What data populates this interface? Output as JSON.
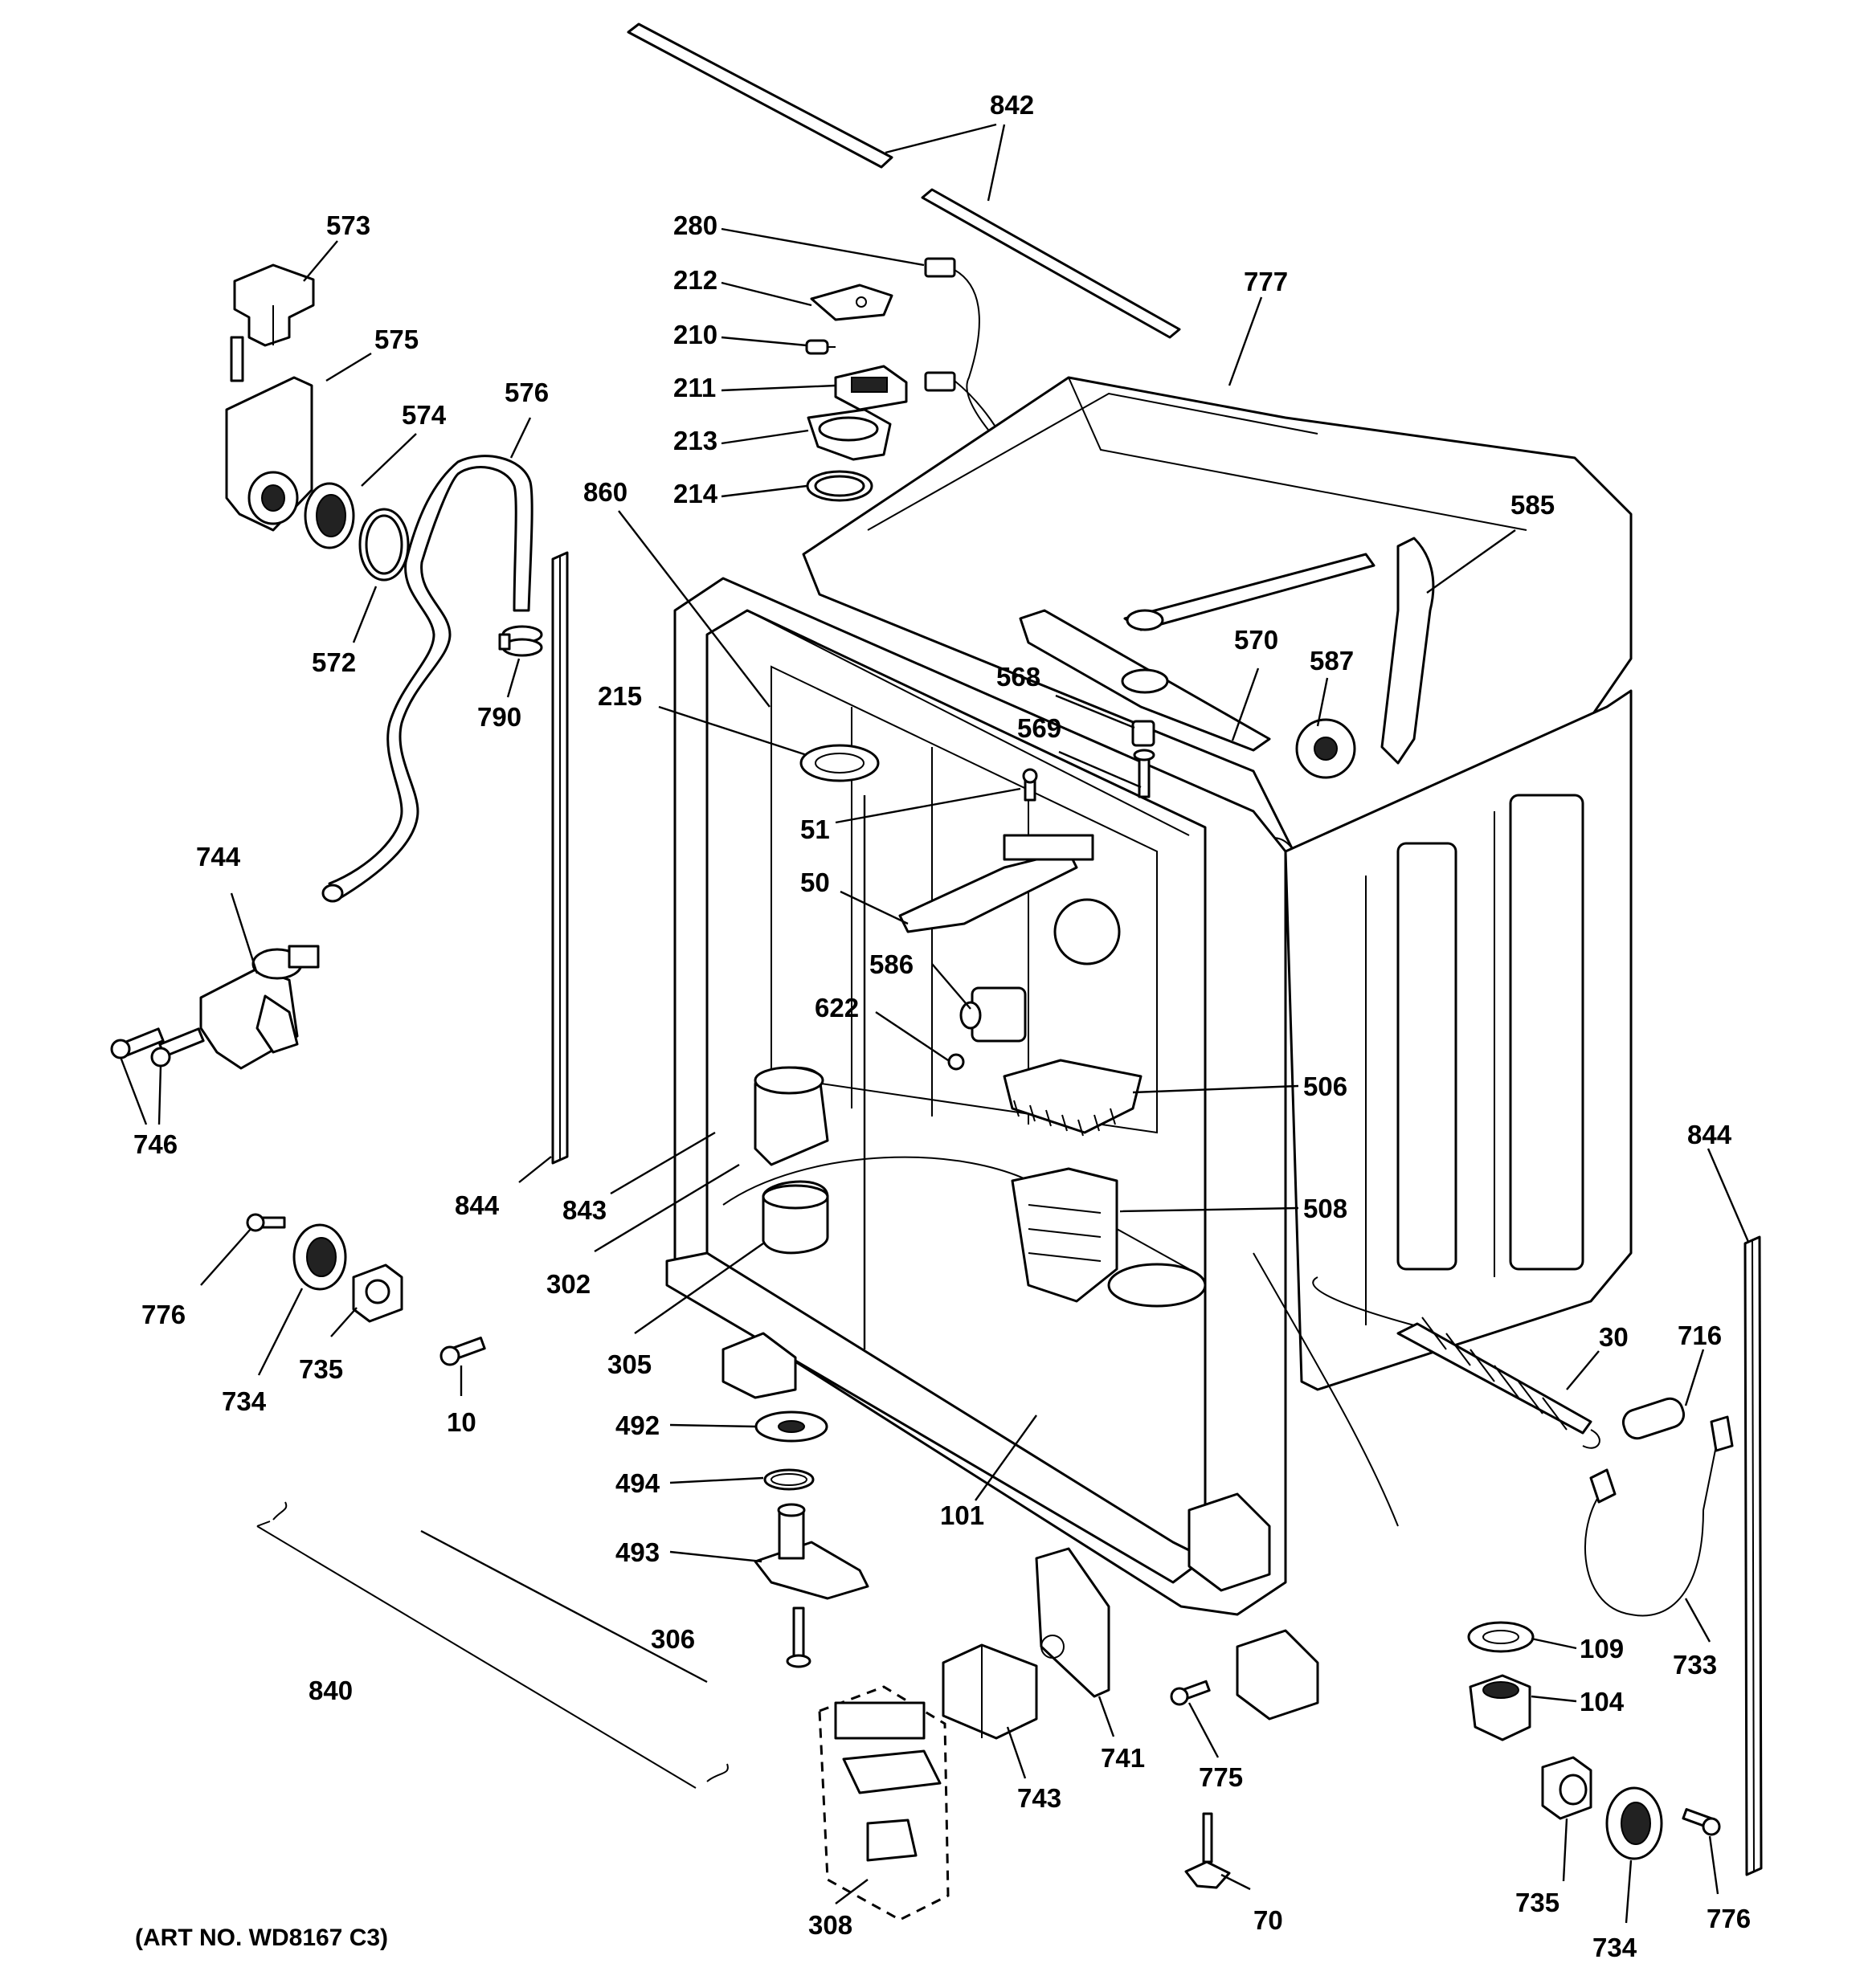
{
  "art_number": "(ART NO. WD8167 C3)",
  "callouts": {
    "c842": "842",
    "c280": "280",
    "c212": "212",
    "c210": "210",
    "c211": "211",
    "c213": "213",
    "c214": "214",
    "c777": "777",
    "c573": "573",
    "c575": "575",
    "c574": "574",
    "c576": "576",
    "c572": "572",
    "c790": "790",
    "c860": "860",
    "c585": "585",
    "c570": "570",
    "c587": "587",
    "c568": "568",
    "c569": "569",
    "c215": "215",
    "c51": "51",
    "c50": "50",
    "c586": "586",
    "c622": "622",
    "c744": "744",
    "c746": "746",
    "c844a": "844",
    "c843": "843",
    "c506": "506",
    "c508": "508",
    "c302": "302",
    "c305": "305",
    "c776a": "776",
    "c734a": "734",
    "c735a": "735",
    "c10": "10",
    "c492": "492",
    "c494": "494",
    "c493": "493",
    "c101": "101",
    "c30": "30",
    "c716": "716",
    "c844b": "844",
    "c733": "733",
    "c109": "109",
    "c104": "104",
    "c306": "306",
    "c840": "840",
    "c743": "743",
    "c741": "741",
    "c775": "775",
    "c308": "308",
    "c70": "70",
    "c735b": "735",
    "c734b": "734",
    "c776b": "776"
  }
}
